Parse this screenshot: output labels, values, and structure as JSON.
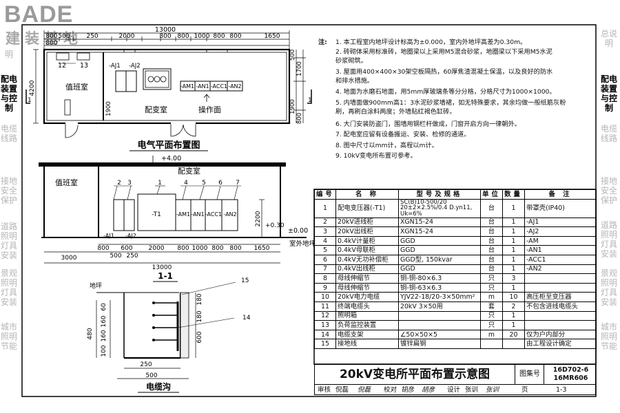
{
  "logo": {
    "brand": "BADE",
    "subtitle": "建装基地"
  },
  "sidebar_left": {
    "items": [
      {
        "text": "明"
      },
      {
        "text": "配电装置与控制",
        "active": true
      },
      {
        "text": "电缆线路"
      },
      {
        "text": "接地安全保护"
      },
      {
        "text": "道路照明灯具安装"
      },
      {
        "text": "景观照明灯具安装"
      },
      {
        "text": "城市照明节能"
      }
    ]
  },
  "sidebar_right": {
    "items": [
      {
        "text": "总说明"
      },
      {
        "text": "配电装置与控制",
        "active": true
      },
      {
        "text": "电缆线路"
      },
      {
        "text": "接地安全保护"
      },
      {
        "text": "道路照明灯具安装"
      },
      {
        "text": "景观照明灯具安装"
      },
      {
        "text": "城市照明节能"
      }
    ]
  },
  "plan": {
    "title": "电气平面布置图",
    "total_dim": "13000",
    "top_dims": [
      "800",
      "500",
      "250",
      "2000",
      "800",
      "800",
      "1000",
      "800",
      "800",
      "1650"
    ],
    "sub_dim": "800",
    "height_dim": "4200",
    "right_dims": [
      "500",
      "1700",
      "1900",
      "800"
    ],
    "left_inner_dim": "1900",
    "section_mark": "1",
    "room_duty": "值班室",
    "room_distribution": "配变室",
    "room_operation": "操作面",
    "labels": [
      "-AJ1",
      "-AJ2",
      "-AM1",
      "-AN1",
      "-ACC1",
      "-AN2"
    ],
    "dim_12": "12",
    "dim_13": "13"
  },
  "section": {
    "title": "1-1",
    "room_duty": "值班室",
    "room_distribution": "配变室",
    "elev_top": "+4.00",
    "elev_floor": "±0.00",
    "elev_outdoor": "+0.30",
    "outdoor_label": "室外地坪",
    "height": "2200",
    "item_nums": [
      "2",
      "3",
      "1",
      "4",
      "5",
      "6",
      "7"
    ],
    "labels": [
      "-T1",
      "-AM1",
      "-AN1",
      "-ACC1",
      "-AN2",
      "-AJ1",
      "-AJ2"
    ],
    "bottom_dims": [
      "800",
      "600",
      "2000",
      "800",
      "1000",
      "800",
      "800",
      "1650"
    ],
    "bottom_dims2": [
      "3000",
      "500",
      "250"
    ],
    "total_dim": "13000"
  },
  "trench": {
    "title": "电缆沟",
    "ground": "地坪",
    "callouts": [
      "15",
      "14"
    ],
    "dims_left": [
      "480",
      "100",
      "160",
      "160",
      "60"
    ],
    "dims_right": [
      "180",
      "180",
      "600"
    ],
    "dims_bottom": [
      "250",
      "500"
    ]
  },
  "notes": {
    "label": "注:",
    "items": [
      "1. 本工程室内地坪设计标高为±0.000，室内外地坪高差为0.30m。",
      "2. 砖砌体采用标准砖，地圈梁以上采用M5混合砂浆，地圈梁以下采用M5水泥",
      "   砂浆砌筑。",
      "3. 屋面用400×400×30架空板隔热，60厚焦渣混凝土保温，以及良好的防水",
      "   和排水措施。",
      "4. 地面为水磨石地面，用5mm厚玻璃条等分分格，分格尺寸为1000×1000。",
      "5. 内墙面做900mm高1：3水泥砂浆墙裙，如无特殊要求，其余均做一般纸筋灰粉",
      "   刷，再刷白涂料两度；外墙贴红褐色缸砖。",
      "6. 大门安装防盗门，围墙用钢栏杆做成，门窗开启方向一律朝外。",
      "7. 配电室应留有设备搬运、安装、检修的通道。",
      "8. 图中尺寸以mm计，高程以m计。",
      "9. 10kV变电所布置可参考。"
    ]
  },
  "table": {
    "headers": [
      "编号",
      "名 称",
      "型号及规格",
      "单位",
      "数量",
      "备 注"
    ],
    "rows": [
      {
        "no": "1",
        "name": "配电变压器(-T1)",
        "spec": "SC(B)10-500/20 20±2×2.5%/0.4 D.yn11, Uk=6%",
        "unit": "台",
        "qty": "1",
        "remark": "带罩壳(IP40)"
      },
      {
        "no": "2",
        "name": "20kV进线柜",
        "spec": "XGN15-24",
        "unit": "台",
        "qty": "1",
        "remark": "-AJ1"
      },
      {
        "no": "3",
        "name": "20kV出线柜",
        "spec": "XGN15-24",
        "unit": "台",
        "qty": "1",
        "remark": "-AJ2"
      },
      {
        "no": "4",
        "name": "0.4kV计量柜",
        "spec": "GGD",
        "unit": "台",
        "qty": "1",
        "remark": "-AM"
      },
      {
        "no": "5",
        "name": "0.4kV母联柜",
        "spec": "GGD",
        "unit": "台",
        "qty": "1",
        "remark": "-AN1"
      },
      {
        "no": "6",
        "name": "0.4kV无功补偿柜",
        "spec": "GGD型, 150kvar",
        "unit": "台",
        "qty": "1",
        "remark": "-ACC1"
      },
      {
        "no": "7",
        "name": "0.4kV出线柜",
        "spec": "GGD",
        "unit": "台",
        "qty": "1",
        "remark": "-AN2"
      },
      {
        "no": "8",
        "name": "母线伸缩节",
        "spec": "铜-铜-80×6.3",
        "unit": "只",
        "qty": "3",
        "remark": ""
      },
      {
        "no": "9",
        "name": "母线伸缩节",
        "spec": "铜-铜-63×6.3",
        "unit": "只",
        "qty": "1",
        "remark": ""
      },
      {
        "no": "10",
        "name": "20kV电力电缆",
        "spec": "YJV22-18/20-3×50mm²",
        "unit": "m",
        "qty": "10",
        "remark": "高压柜至变压器"
      },
      {
        "no": "11",
        "name": "终端电缆头",
        "spec": "20kV 3×50用",
        "unit": "套",
        "qty": "2",
        "remark": "不包含进线电缆头"
      },
      {
        "no": "12",
        "name": "照明箱",
        "spec": "",
        "unit": "只",
        "qty": "1",
        "remark": ""
      },
      {
        "no": "13",
        "name": "负荷监控装置",
        "spec": "",
        "unit": "只",
        "qty": "1",
        "remark": ""
      },
      {
        "no": "14",
        "name": "电缆支架",
        "spec": "∠50×50×5",
        "unit": "m",
        "qty": "20",
        "remark": "仅为户内部分"
      },
      {
        "no": "15",
        "name": "接地线",
        "spec": "镀锌扁钢",
        "unit": "",
        "qty": "",
        "remark": "由工程设计确定"
      }
    ]
  },
  "title_block": {
    "title": "20kV变电所平面布置示意图",
    "drawing_no_label": "图集号",
    "drawing_no_1": "16D702-6",
    "drawing_no_2": "16MR606",
    "review_label": "审核",
    "review_name": "倪磊",
    "check_label": "校对",
    "check_name": "胡彦",
    "design_label": "设计",
    "design_name": "张训",
    "page_label": "页",
    "page_no": "1-3"
  }
}
